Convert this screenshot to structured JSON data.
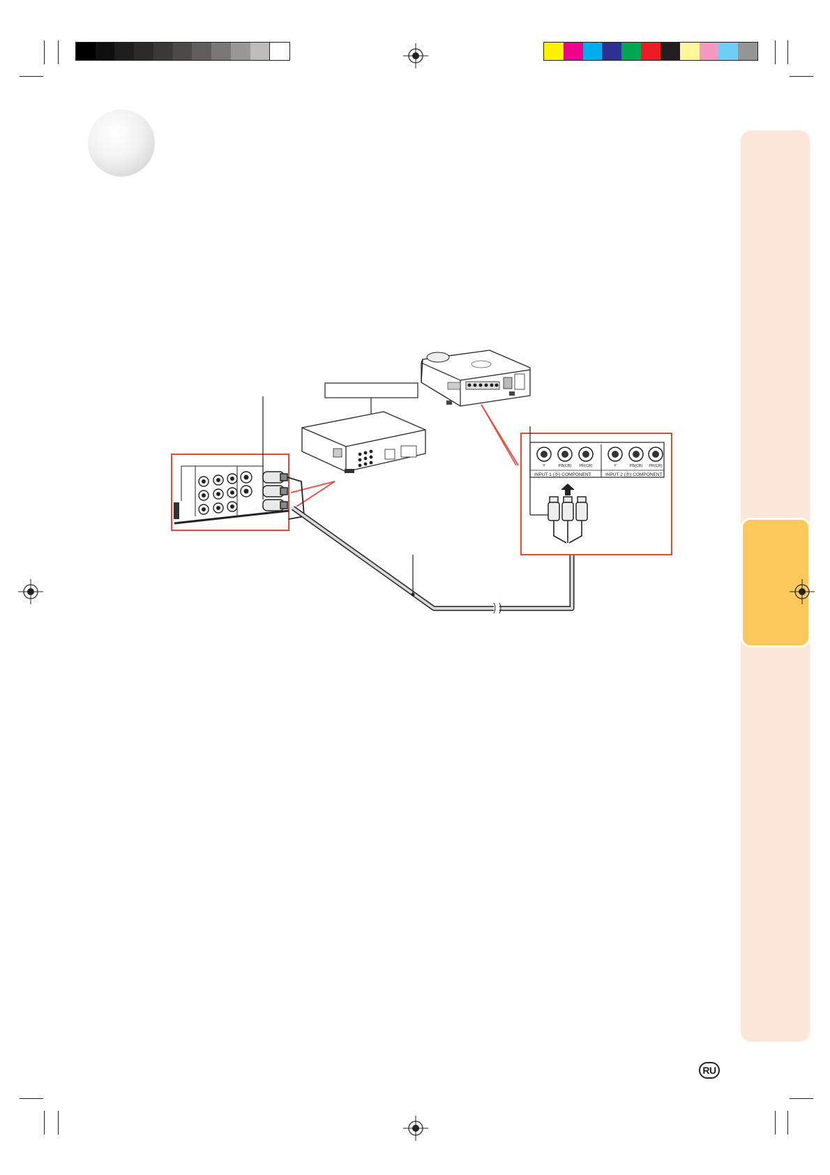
{
  "page": {
    "language_badge": "RU"
  },
  "color_bars": {
    "grayscale": [
      "#000000",
      "#0f0f0f",
      "#1e1e1e",
      "#2d2b2a",
      "#3b3937",
      "#4d4a48",
      "#615e5c",
      "#7a7775",
      "#9a9896",
      "#bdbcbb",
      "#ffffff"
    ],
    "process": [
      "#fff200",
      "#ec008c",
      "#00aeef",
      "#2e3192",
      "#00a651",
      "#ed1c24",
      "#231f20",
      "#fff799",
      "#f49ac1",
      "#6dcff6",
      "#959595"
    ]
  },
  "diagram": {
    "input1_jacks": [
      "Y",
      "PB(CB)",
      "PR(CR)"
    ],
    "input1_label": "INPUT 1 (Ⓓ) COMPONENT",
    "input2_jacks": [
      "Y",
      "PB(CB)",
      "PR(CR)"
    ],
    "input2_label": "INPUT 2 (Ⓓ) COMPONENT",
    "highlight_color": "#e8473c"
  }
}
